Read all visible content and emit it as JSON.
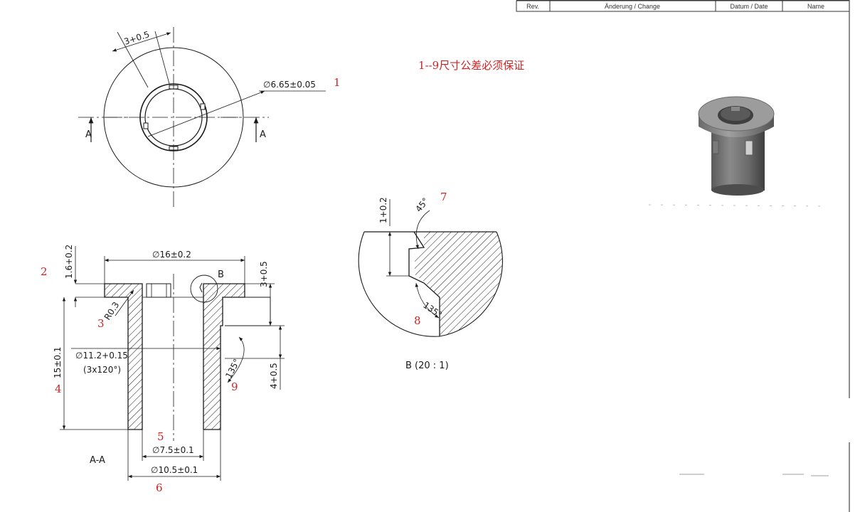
{
  "title_block": {
    "rev": "Rev.",
    "change": "Änderung / Change",
    "date": "Datum / Date",
    "name": "Name"
  },
  "note": "1--9尺寸公差必须保证",
  "markers": [
    "1",
    "2",
    "3",
    "4",
    "5",
    "6",
    "7",
    "8",
    "9"
  ],
  "top_view": {
    "slot_width": "3+0.5",
    "bore_diameter": "∅6.65±0.05",
    "section_label": "A"
  },
  "section_view": {
    "label": "A-A",
    "flange_diameter": "∅16±0.2",
    "flange_thickness": "1.6+0.2",
    "slot_depth": "3+0.5",
    "fillet_radius": "R0.3",
    "total_height": "15±0.1",
    "inner_diameter": "∅11.2+0.15",
    "inner_note": "(3x120°)",
    "angle": "135°",
    "slot_height": "4+0.5",
    "bore_diameter": "∅7.5±0.1",
    "outer_diameter": "∅10.5±0.1",
    "detail_ref": "B"
  },
  "detail_view": {
    "label": "B (20 : 1)",
    "height": "1+0.2",
    "chamfer_angle": "45°",
    "angle": "135°"
  },
  "colors": {
    "line": "#1a1a1a",
    "red": "#d22222",
    "part_light": "#9a9a9a",
    "part_dark": "#4a4a4a"
  }
}
